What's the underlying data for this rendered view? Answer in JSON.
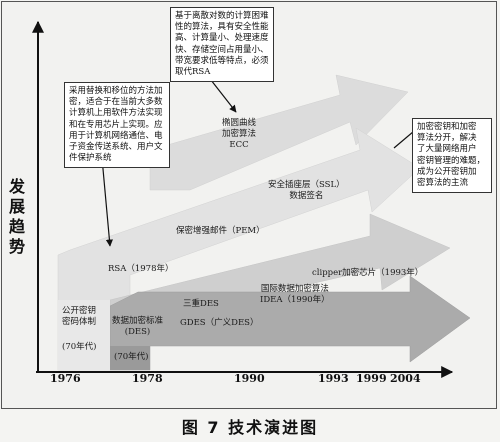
{
  "caption": "图 7  技术演进图",
  "y_axis_title": [
    "发",
    "展",
    "趋",
    "势"
  ],
  "x_axis_years": [
    "1976",
    "1978",
    "1990",
    "1993",
    "1999",
    "2004"
  ],
  "stages": {
    "public_key_system": [
      "公开密钥",
      "密码体制"
    ],
    "seventies_a": "(70年代)",
    "rsa": "RSA（1978年）",
    "des_standard": [
      "数据加密标准",
      "(DES)"
    ],
    "seventies_b": "(70年代)",
    "triple_des": "三重DES",
    "gdes": "GDES（广义DES）",
    "idea": [
      "国际数据加密算法",
      "IDEA（1990年）"
    ],
    "clipper": "clipper加密芯片（1993年）",
    "pem": "保密增强邮件（PEM）",
    "ssl": [
      "安全插座层（SSL）",
      "数据签名"
    ],
    "ecc": [
      "椭圆曲线",
      "加密算法",
      "ECC"
    ]
  },
  "callouts": {
    "rsa_note": [
      "采用替换和移位的方法加",
      "密，适合于在当前大多数",
      "计算机上用软件方法实现",
      "和在专用芯片上实现。应",
      "用于计算机网络通信、电",
      "子资金传送系统、用户文",
      "件保护系统"
    ],
    "ecc_note": [
      "基于离散对数的计算困难",
      "性的算法，具有安全性能",
      "高、计算量小、处理速度",
      "快、存储空间占用量小、",
      "带宽要求低等特点，必须",
      "取代RSA"
    ],
    "trend_note": [
      "加密密钥和加密",
      "算法分开，解决",
      "了大量网络用户",
      "密钥管理的难题，",
      "成为公开密钥加",
      "密算法的主流"
    ]
  }
}
